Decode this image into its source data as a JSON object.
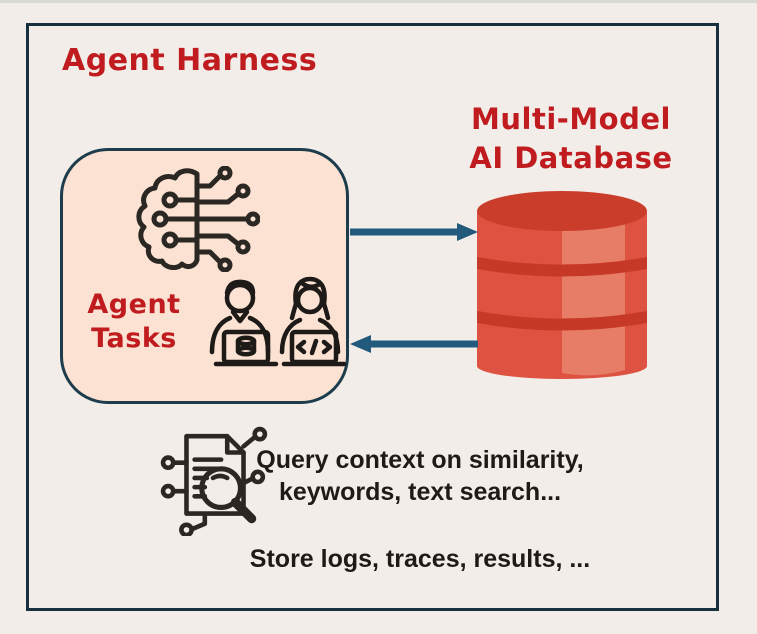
{
  "window": {
    "background": "#f2ede8",
    "top_strip_color": "#d8d8d5"
  },
  "diagram": {
    "title": "Agent Harness",
    "frame_border_color": "#17303e",
    "accent_red": "#c01b1e",
    "text_color": "#1d1a17",
    "agent_box": {
      "label_line1": "Agent",
      "label_line2": "Tasks",
      "fill_color": "#fbe2d3",
      "border_color": "#1d3c4c",
      "icons": [
        "ai-brain-circuit-icon",
        "people-at-laptops-icon"
      ]
    },
    "database": {
      "label_line1": "Multi-Model",
      "label_line2": "AI Database",
      "icon": "database-cylinder",
      "body_color": "#dd5240",
      "top_color": "#ca3d2b",
      "band_color": "#c63927",
      "highlight_color": "#e87d67"
    },
    "arrows": {
      "color": "#215a7d",
      "top_direction": "agent-to-database",
      "bottom_direction": "database-to-agent"
    },
    "notes": {
      "icon": "document-search-icon",
      "query_line1": "Query context on similarity,",
      "query_line2": "keywords, text search...",
      "store_text": "Store logs, traces, results, ..."
    }
  }
}
